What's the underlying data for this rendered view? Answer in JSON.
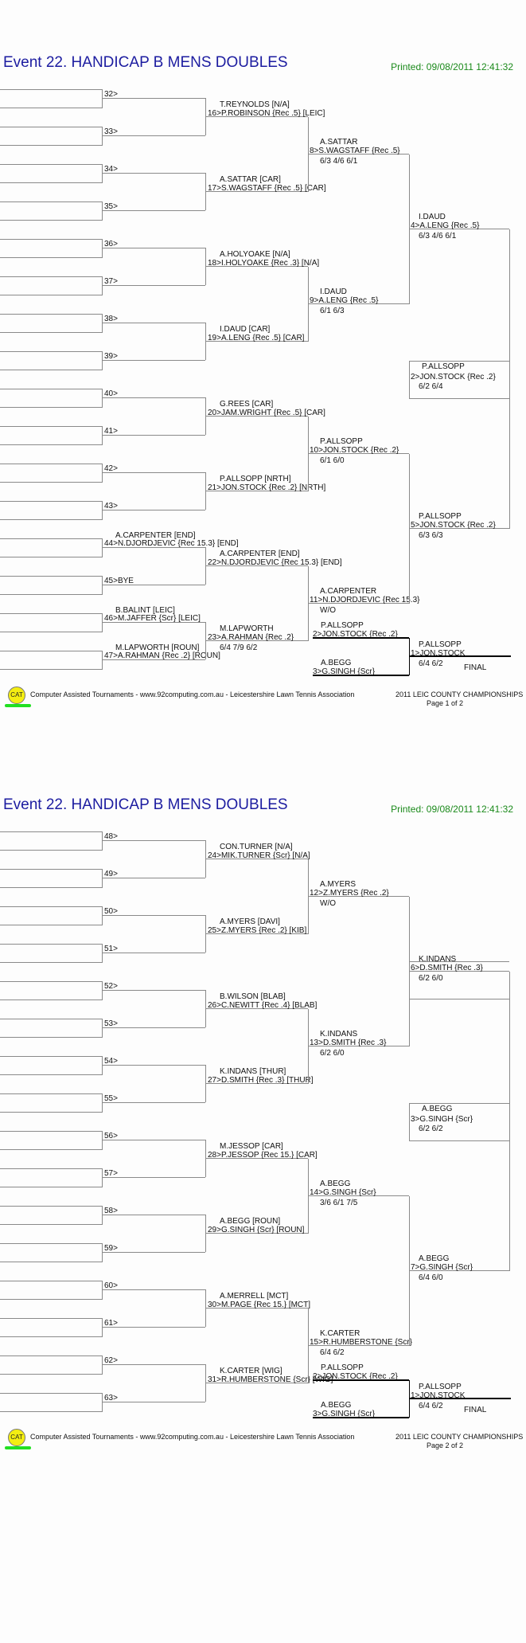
{
  "pages": [
    {
      "title": "Event 22. HANDICAP B MENS DOUBLES",
      "printed": "Printed: 09/08/2011 12:41:32",
      "r1": [
        {
          "label": "32>"
        },
        {
          "label": "33>"
        },
        {
          "label": "34>"
        },
        {
          "label": "35>"
        },
        {
          "label": "36>"
        },
        {
          "label": "37>"
        },
        {
          "label": "38>"
        },
        {
          "label": "39>"
        },
        {
          "label": "40>"
        },
        {
          "label": "41>"
        },
        {
          "label": "42>"
        },
        {
          "label": "43>"
        },
        {
          "name": "A.CARPENTER [END]",
          "label": "44>N.DJORDJEVIC {Rec 15.3} [END]"
        },
        {
          "label": "45>BYE"
        },
        {
          "name": "B.BALINT [LEIC]",
          "label": "46>M.JAFFER {Scr} [LEIC]"
        },
        {
          "name": "M.LAPWORTH [ROUN]",
          "label": "47>A.RAHMAN {Rec .2} [ROUN]"
        }
      ],
      "r2": [
        {
          "top": "T.REYNOLDS [N/A]",
          "bottom": "16>P.ROBINSON {Rec .5} [LEIC]"
        },
        {
          "top": "A.SATTAR [CAR]",
          "bottom": "17>S.WAGSTAFF {Rec .5} [CAR]"
        },
        {
          "top": "A.HOLYOAKE [N/A]",
          "bottom": "18>I.HOLYOAKE {Rec .3} [N/A]"
        },
        {
          "top": "I.DAUD [CAR]",
          "bottom": "19>A.LENG {Rec .5} [CAR]"
        },
        {
          "top": "G.REES [CAR]",
          "bottom": "20>JAM.WRIGHT {Rec .5} [CAR]"
        },
        {
          "top": "P.ALLSOPP [NRTH]",
          "bottom": "21>JON.STOCK {Rec .2} [NRTH]"
        },
        {
          "top": "A.CARPENTER [END]",
          "bottom": "22>N.DJORDJEVIC {Rec 15.3} [END]"
        },
        {
          "top": "M.LAPWORTH",
          "bottom": "23>A.RAHMAN {Rec .2}",
          "score": "6/4 7/9 6/2"
        }
      ],
      "r3": [
        {
          "top": "A.SATTAR",
          "bottom": "8>S.WAGSTAFF {Rec .5}",
          "score": "6/3 4/6 6/1"
        },
        {
          "top": "I.DAUD",
          "bottom": "9>A.LENG {Rec .5}",
          "score": "6/1 6/3"
        },
        {
          "top": "P.ALLSOPP",
          "bottom": "10>JON.STOCK {Rec .2}",
          "score": "6/1 6/0"
        },
        {
          "top": "A.CARPENTER",
          "bottom": "11>N.DJORDJEVIC {Rec 15.3}",
          "score": "W/O"
        }
      ],
      "r4": [
        {
          "top": "I.DAUD",
          "bottom": "4>A.LENG {Rec .5}",
          "score": "6/3 4/6 6/1"
        },
        {
          "top": "P.ALLSOPP",
          "bottom": "5>JON.STOCK {Rec .2}",
          "score": "6/3 6/3"
        }
      ],
      "sf": {
        "top": "P.ALLSOPP",
        "bottom": "2>JON.STOCK {Rec .2}",
        "score": "6/2 6/4"
      },
      "final": {
        "semi1": {
          "top": "P.ALLSOPP",
          "bottom": "2>JON.STOCK {Rec .2}"
        },
        "semi2": {
          "top": "A.BEGG",
          "bottom": "3>G.SINGH {Scr}"
        },
        "winner": {
          "top": "P.ALLSOPP",
          "bottom": "1>JON.STOCK",
          "score": "6/4 6/2"
        },
        "label": "FINAL"
      },
      "footer": {
        "logo": "CAT",
        "credit": "Computer Assisted Tournaments - www.92computing.com.au -  Leicestershire Lawn Tennis Association",
        "championship": "2011 LEIC COUNTY CHAMPIONSHIPS",
        "page": "Page 1 of 2"
      }
    },
    {
      "title": "Event 22. HANDICAP B MENS DOUBLES",
      "printed": "Printed: 09/08/2011 12:41:32",
      "r1": [
        {
          "label": "48>"
        },
        {
          "label": "49>"
        },
        {
          "label": "50>"
        },
        {
          "label": "51>"
        },
        {
          "label": "52>"
        },
        {
          "label": "53>"
        },
        {
          "label": "54>"
        },
        {
          "label": "55>"
        },
        {
          "label": "56>"
        },
        {
          "label": "57>"
        },
        {
          "label": "58>"
        },
        {
          "label": "59>"
        },
        {
          "label": "60>"
        },
        {
          "label": "61>"
        },
        {
          "label": "62>"
        },
        {
          "label": "63>"
        }
      ],
      "r2": [
        {
          "top": "CON.TURNER [N/A]",
          "bottom": "24>MIK.TURNER {Scr} [N/A]"
        },
        {
          "top": "A.MYERS [DAVI]",
          "bottom": "25>Z.MYERS {Rec .2} [KIB]"
        },
        {
          "top": "B.WILSON [BLAB]",
          "bottom": "26>C.NEWITT {Rec .4} [BLAB]"
        },
        {
          "top": "K.INDANS [THUR]",
          "bottom": "27>D.SMITH {Rec .3} [THUR]"
        },
        {
          "top": "M.JESSOP [CAR]",
          "bottom": "28>P.JESSOP {Rec 15.} [CAR]"
        },
        {
          "top": "A.BEGG [ROUN]",
          "bottom": "29>G.SINGH {Scr} [ROUN]"
        },
        {
          "top": "A.MERRELL [MCT]",
          "bottom": "30>M.PAGE {Rec 15.} [MCT]"
        },
        {
          "top": "K.CARTER [WIG]",
          "bottom": "31>R.HUMBERSTONE {Scr} [WIG]"
        }
      ],
      "r3": [
        {
          "top": "A.MYERS",
          "bottom": "12>Z.MYERS {Rec .2}",
          "score": "W/O"
        },
        {
          "top": "K.INDANS",
          "bottom": "13>D.SMITH {Rec .3}",
          "score": "6/2 6/0"
        },
        {
          "top": "A.BEGG",
          "bottom": "14>G.SINGH {Scr}",
          "score": "3/6 6/1 7/5"
        },
        {
          "top": "K.CARTER",
          "bottom": "15>R.HUMBERSTONE {Scr}",
          "score": "6/4 6/2"
        }
      ],
      "r4": [
        {
          "top": "K.INDANS",
          "bottom": "6>D.SMITH {Rec .3}",
          "score": "6/2 6/0"
        },
        {
          "top": "A.BEGG",
          "bottom": "7>G.SINGH {Scr}",
          "score": "6/4 6/0"
        }
      ],
      "sf": {
        "top": "A.BEGG",
        "bottom": "3>G.SINGH {Scr}",
        "score": "6/2 6/2"
      },
      "final": {
        "semi1": {
          "top": "P.ALLSOPP",
          "bottom": "2>JON.STOCK {Rec .2}"
        },
        "semi2": {
          "top": "A.BEGG",
          "bottom": "3>G.SINGH {Scr}"
        },
        "winner": {
          "top": "P.ALLSOPP",
          "bottom": "1>JON.STOCK",
          "score": "6/4 6/2"
        },
        "label": "FINAL"
      },
      "footer": {
        "logo": "CAT",
        "credit": "Computer Assisted Tournaments - www.92computing.com.au -  Leicestershire Lawn Tennis Association",
        "championship": "2011 LEIC COUNTY CHAMPIONSHIPS",
        "page": "Page 2 of 2"
      }
    }
  ]
}
